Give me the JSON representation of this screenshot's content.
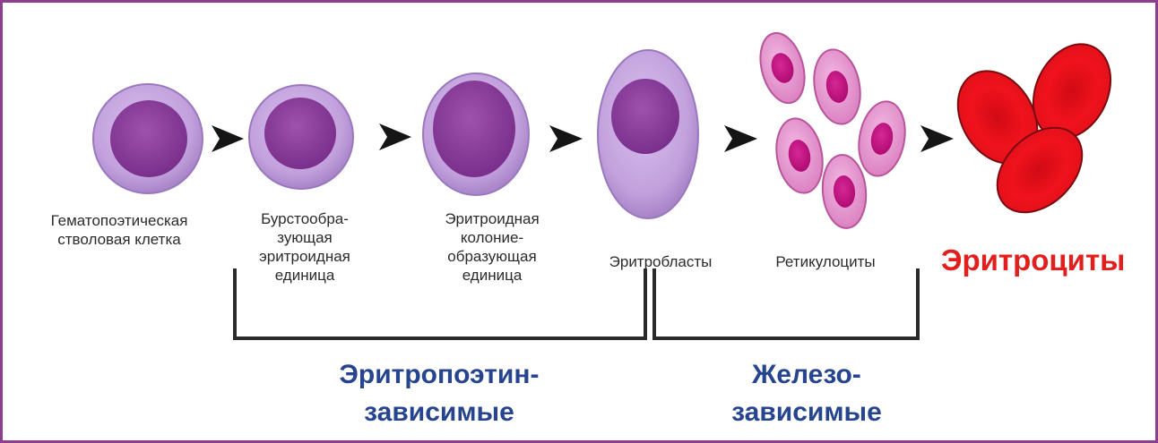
{
  "stages": [
    {
      "id": "hsc",
      "label": "Гематопоэтическая\nстволовая клетка"
    },
    {
      "id": "bfu",
      "label": "Бурстообра-\nзующая\nэритроидная\nединица"
    },
    {
      "id": "cfu",
      "label": "Эритроидная\nколоние-\nобразующая\nединица"
    },
    {
      "id": "eb",
      "label": "Эритробласты"
    },
    {
      "id": "ret",
      "label": "Ретикулоциты"
    }
  ],
  "final_stage": {
    "label": "Эритроциты"
  },
  "groups": [
    {
      "id": "epo",
      "label": "Эритропоэтин-\nзависимые"
    },
    {
      "id": "iron",
      "label": "Железо-\nзависимые"
    }
  ],
  "colors": {
    "border": "#8a3f8f",
    "cell_outer": "#c2a0dc",
    "cell_nucleus": "#8c3f9a",
    "reticulocyte_outer": "#e89bd0",
    "reticulocyte_nucleus": "#c3117f",
    "erythrocyte": "#e8101a",
    "arrow": "#151515",
    "group_text": "#27458f",
    "final_text": "#e1201e"
  }
}
